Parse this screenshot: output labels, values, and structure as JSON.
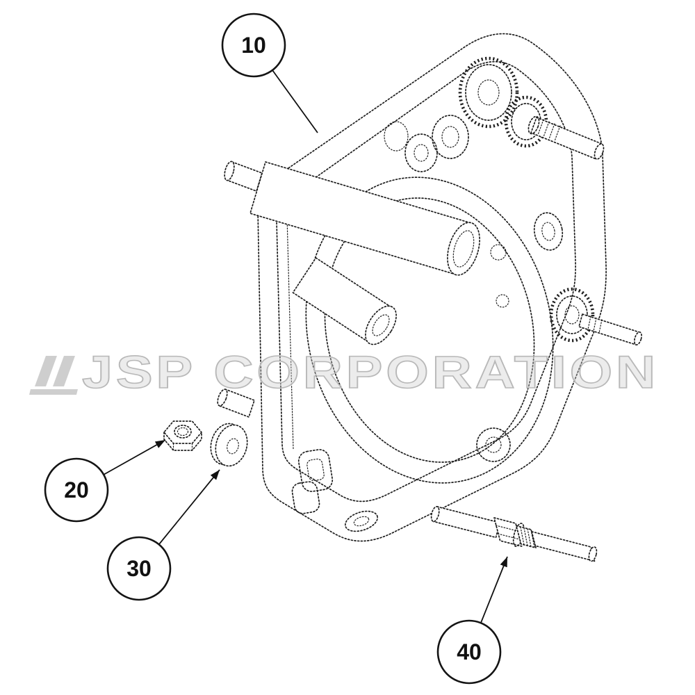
{
  "diagram": {
    "type": "exploded-parts-diagram",
    "watermark": "JSP CORPORATION",
    "colors": {
      "background": "#ffffff",
      "line": "#1e1e1e",
      "watermark": "#bdbdbd"
    },
    "callouts": [
      {
        "label": "10"
      },
      {
        "label": "20"
      },
      {
        "label": "30"
      },
      {
        "label": "40"
      }
    ]
  }
}
